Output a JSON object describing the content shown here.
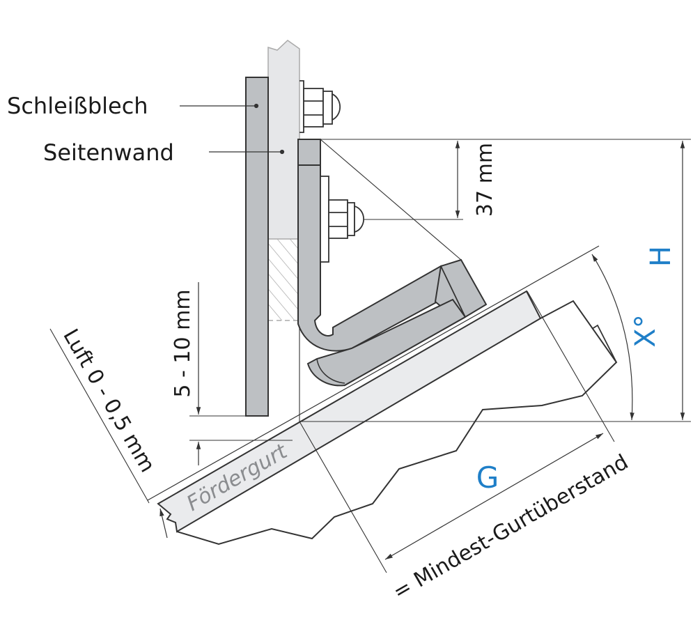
{
  "labels": {
    "wear_plate": "Schleißblech",
    "side_wall": "Seitenwand",
    "dim_37": "37 mm",
    "dim_5_10": "5 - 10 mm",
    "air_gap": "Luft  0 - 0,5 mm",
    "belt": "Fördergurt",
    "height": "H",
    "angle": "X°",
    "overhang_symbol": "G",
    "overhang_text": "= Mindest-Gurtüberstand"
  },
  "colors": {
    "accent": "#1f7fc8",
    "part_fill": "#bdc0c3",
    "light_fill": "#e6e7e9",
    "stroke": "#333333"
  }
}
